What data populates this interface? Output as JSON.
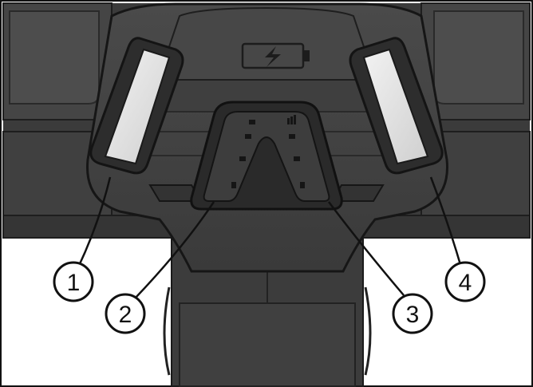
{
  "figure": {
    "callouts": [
      {
        "id": "1",
        "label": "1"
      },
      {
        "id": "2",
        "label": "2"
      },
      {
        "id": "3",
        "label": "3"
      },
      {
        "id": "4",
        "label": "4"
      }
    ],
    "icons": {
      "top": "battery-charging-icon",
      "left_ladder": [
        "0",
        "1",
        "2",
        "3",
        "4"
      ],
      "right_ladder": [
        "0",
        "1",
        "2",
        "3",
        "4"
      ]
    }
  }
}
